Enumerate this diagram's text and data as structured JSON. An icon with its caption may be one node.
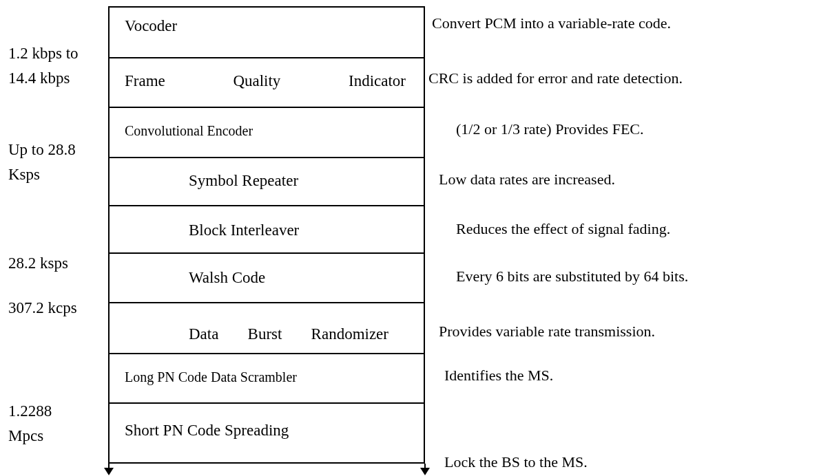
{
  "diagram": {
    "nodes": [
      {
        "text": [
          "Vocoder"
        ],
        "beside": [
          "Convert PCM into a variable-rate code."
        ]
      },
      {
        "text": [
          "Frame Quality Indicator"
        ],
        "beside": [
          "CRC is added for error and rate detection."
        ]
      },
      {
        "text": [
          "Convolutional Encoder"
        ],
        "beside": [
          "(1/2 or 1/3 rate) Provides FEC."
        ]
      },
      {
        "text": [
          "Symbol Repeater"
        ],
        "beside": [
          "Low data rates are increased."
        ]
      },
      {
        "text": [
          "Block Interleaver"
        ],
        "beside": [
          "Reduces the effect of signal fading."
        ]
      },
      {
        "text": [
          "Walsh Code"
        ],
        "beside": [
          "Every 6 bits are substituted by 64 bits."
        ]
      },
      {
        "text": [
          "Data Burst Randomizer"
        ],
        "beside": [
          "Provides variable rate transmission."
        ]
      },
      {
        "text": [
          "Long PN Code Data Scrambler"
        ],
        "beside": [
          "Identifies the MS."
        ]
      },
      {
        "text": [
          "Short PN Code Spreading"
        ],
        "beside": [
          "Lock the BS to the MS."
        ]
      }
    ],
    "edges": [],
    "labels": [
      "1.2 kbps to 14.4 kbps",
      "Up to 28.8 Ksps",
      "28.2 ksps",
      "307.2 kcps",
      "1.2288 Mpcs"
    ]
  }
}
